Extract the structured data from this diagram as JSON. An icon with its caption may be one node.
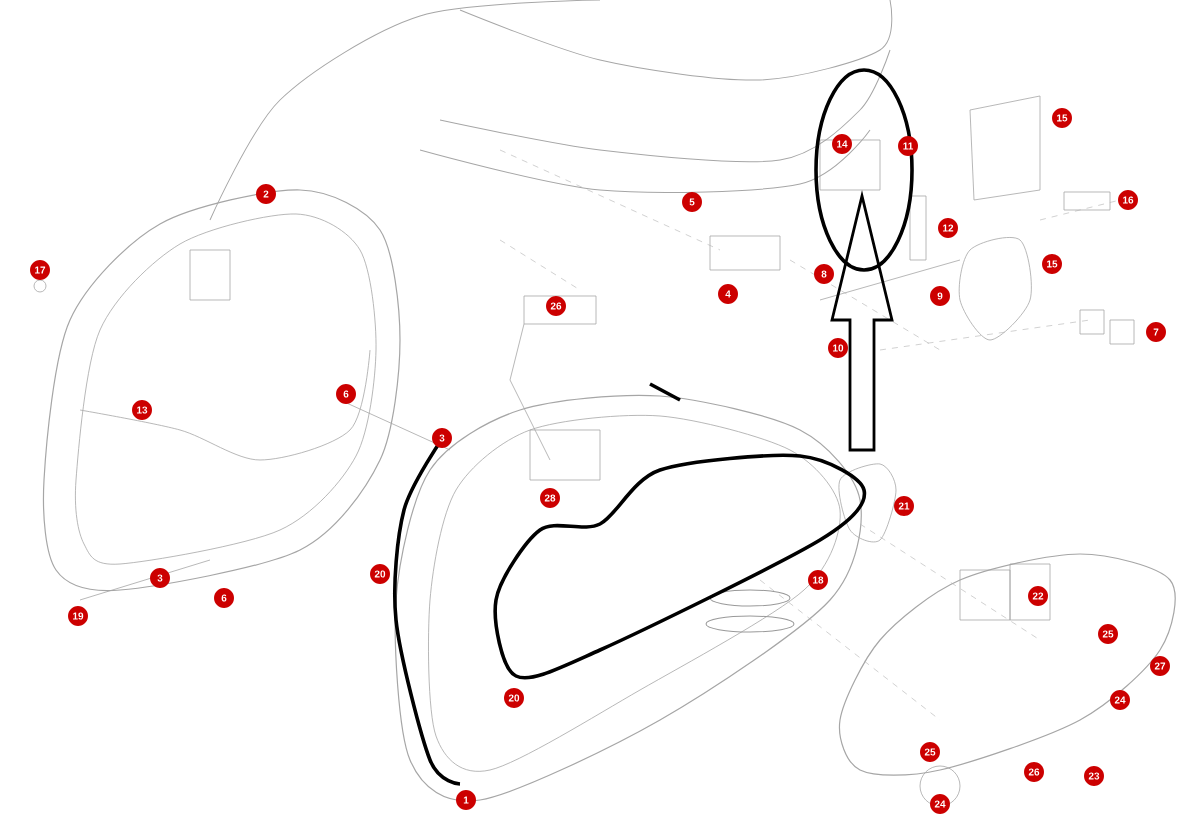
{
  "diagram": {
    "labels": [
      "15",
      "14",
      "11",
      "2",
      "16",
      "5",
      "12",
      "15",
      "17",
      "8",
      "4",
      "9",
      "26",
      "7",
      "10",
      "6",
      "13",
      "3",
      "28",
      "21",
      "20",
      "3",
      "18",
      "22",
      "6",
      "19",
      "25",
      "27",
      "24",
      "20",
      "25",
      "26",
      "23",
      "1",
      "24"
    ]
  }
}
